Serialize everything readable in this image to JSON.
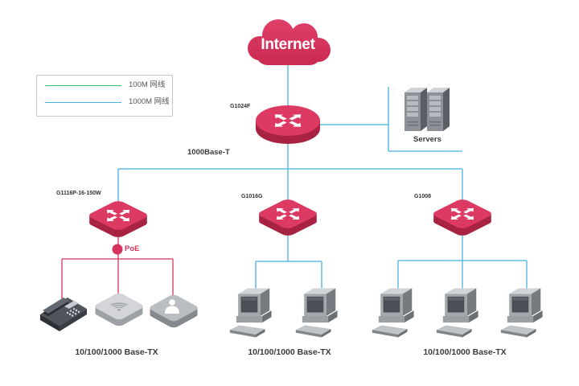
{
  "internet": {
    "label": "Internet",
    "icon": "cloud-icon"
  },
  "legend": {
    "items": [
      {
        "label": "100M 网线",
        "color": "#3dbb74"
      },
      {
        "label": "1000M 网线",
        "color": "#46b1e1"
      }
    ]
  },
  "core_switch": {
    "model": "G1024F",
    "icon": "router-icon",
    "uplink_label": "1000Base-T"
  },
  "servers": {
    "label": "Servers",
    "icon": "server-icon"
  },
  "access_switches": [
    {
      "model": "G1116P-16-150W",
      "icon": "switch-icon",
      "poe_label": "PoE",
      "ports_label": "10/100/1000 Base-TX",
      "devices": [
        "ip-phone-icon",
        "wireless-ap-icon",
        "ip-camera-icon"
      ]
    },
    {
      "model": "G1016G",
      "icon": "switch-icon",
      "ports_label": "10/100/1000 Base-TX",
      "devices": [
        "computer-icon",
        "computer-icon"
      ]
    },
    {
      "model": "G1008",
      "icon": "switch-icon",
      "ports_label": "10/100/1000 Base-TX",
      "devices": [
        "computer-icon",
        "computer-icon",
        "computer-icon"
      ]
    }
  ],
  "colors": {
    "brand": "#d6335b",
    "link_1000m": "#46b1e1",
    "link_100m": "#3dbb74",
    "link_poe": "#d6335b"
  }
}
